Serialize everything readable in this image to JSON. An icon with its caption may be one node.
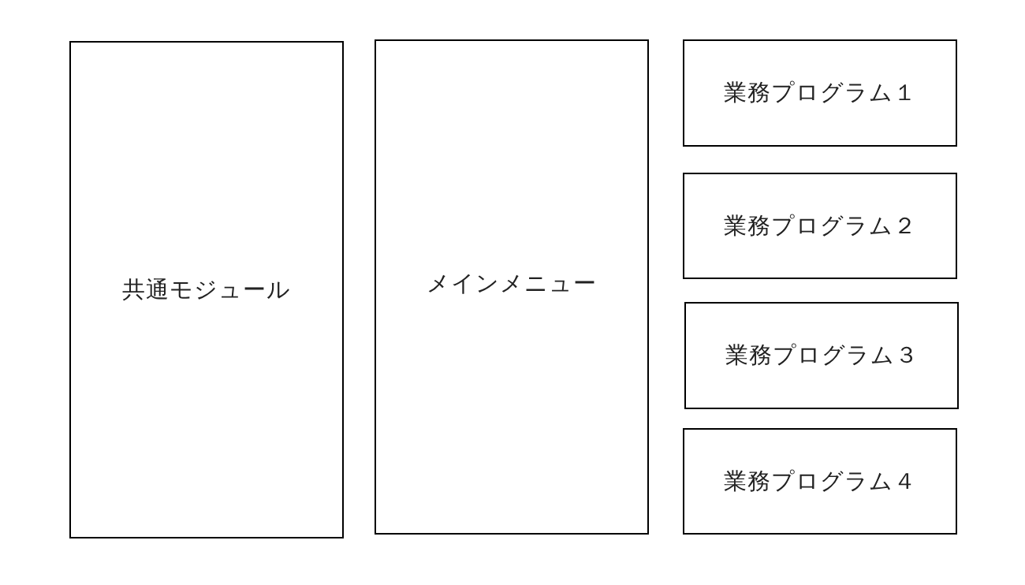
{
  "diagram": {
    "nodes": [
      {
        "text": [
          "共通モジュール"
        ]
      },
      {
        "text": [
          "メインメニュー"
        ]
      },
      {
        "text": [
          "業務プログラム１"
        ]
      },
      {
        "text": [
          "業務プログラム２"
        ]
      },
      {
        "text": [
          "業務プログラム３"
        ]
      },
      {
        "text": [
          "業務プログラム４"
        ]
      }
    ]
  }
}
